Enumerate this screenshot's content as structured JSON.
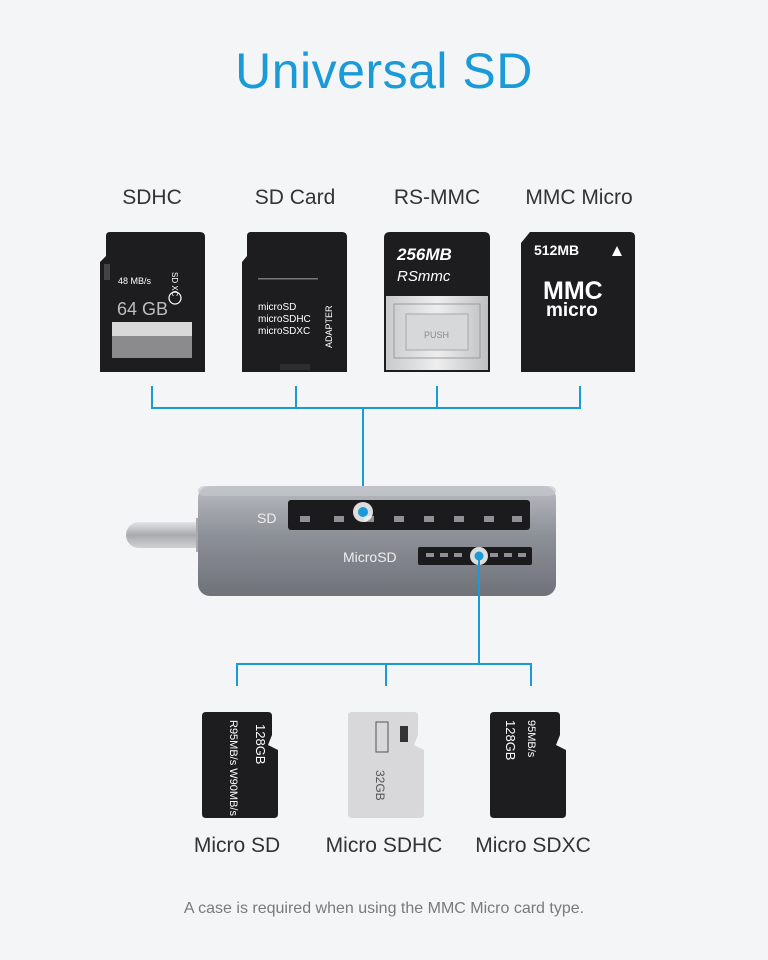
{
  "title": "Universal SD",
  "top_cards": [
    {
      "label": "SDHC",
      "speed": "48 MB/s",
      "capacity": "64 GB",
      "logo": "SD XC"
    },
    {
      "label": "SD Card",
      "lines": [
        "microSD",
        "microSDHC",
        "microSDXC"
      ],
      "side_text": "ADAPTER"
    },
    {
      "label": "RS-MMC",
      "capacity": "256MB",
      "brand": "RSmmc",
      "push": "PUSH"
    },
    {
      "label": "MMC Micro",
      "capacity": "512MB",
      "brand_1": "MMC",
      "brand_2": "micro"
    }
  ],
  "device": {
    "sd_slot_label": "SD",
    "microsd_slot_label": "MicroSD"
  },
  "bottom_cards": [
    {
      "label": "Micro SD",
      "capacity": "128GB",
      "speed": "R95MB/s W90MB/s"
    },
    {
      "label": "Micro SDHC",
      "capacity": "32GB"
    },
    {
      "label": "Micro SDXC",
      "capacity": "128GB",
      "speed": "95MB/s"
    }
  ],
  "footnote": "A case is required when using the MMC Micro card type.",
  "colors": {
    "accent": "#1a9bd7",
    "card_dark": "#1d1d1f",
    "card_light": "#d8d8da",
    "device_body": "#8e9198"
  }
}
